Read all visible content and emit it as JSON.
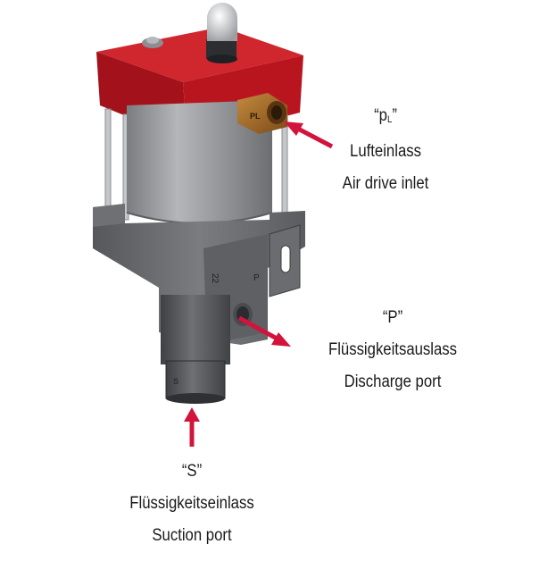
{
  "callouts": {
    "air_inlet": {
      "code_main": "p",
      "code_sub": "L",
      "german": "Lufteinlass",
      "english": "Air drive inlet"
    },
    "discharge": {
      "code": "P",
      "german": "Flüssigkeitsauslass",
      "english": "Discharge port"
    },
    "suction": {
      "code": "S",
      "german": "Flüssigkeitseinlass",
      "english": "Suction port"
    }
  },
  "component_markings": {
    "fitting_mark": "PL",
    "body_number": "22",
    "body_letter": "P",
    "nut_letter": "S"
  },
  "colors": {
    "arrow": "#d2143c",
    "head_red": "#b8151f",
    "body_gray": "#6a6c70",
    "cylinder_gray": "#9a9ca0",
    "brass": "#a0672a"
  },
  "quote_open": "“",
  "quote_close": "”"
}
